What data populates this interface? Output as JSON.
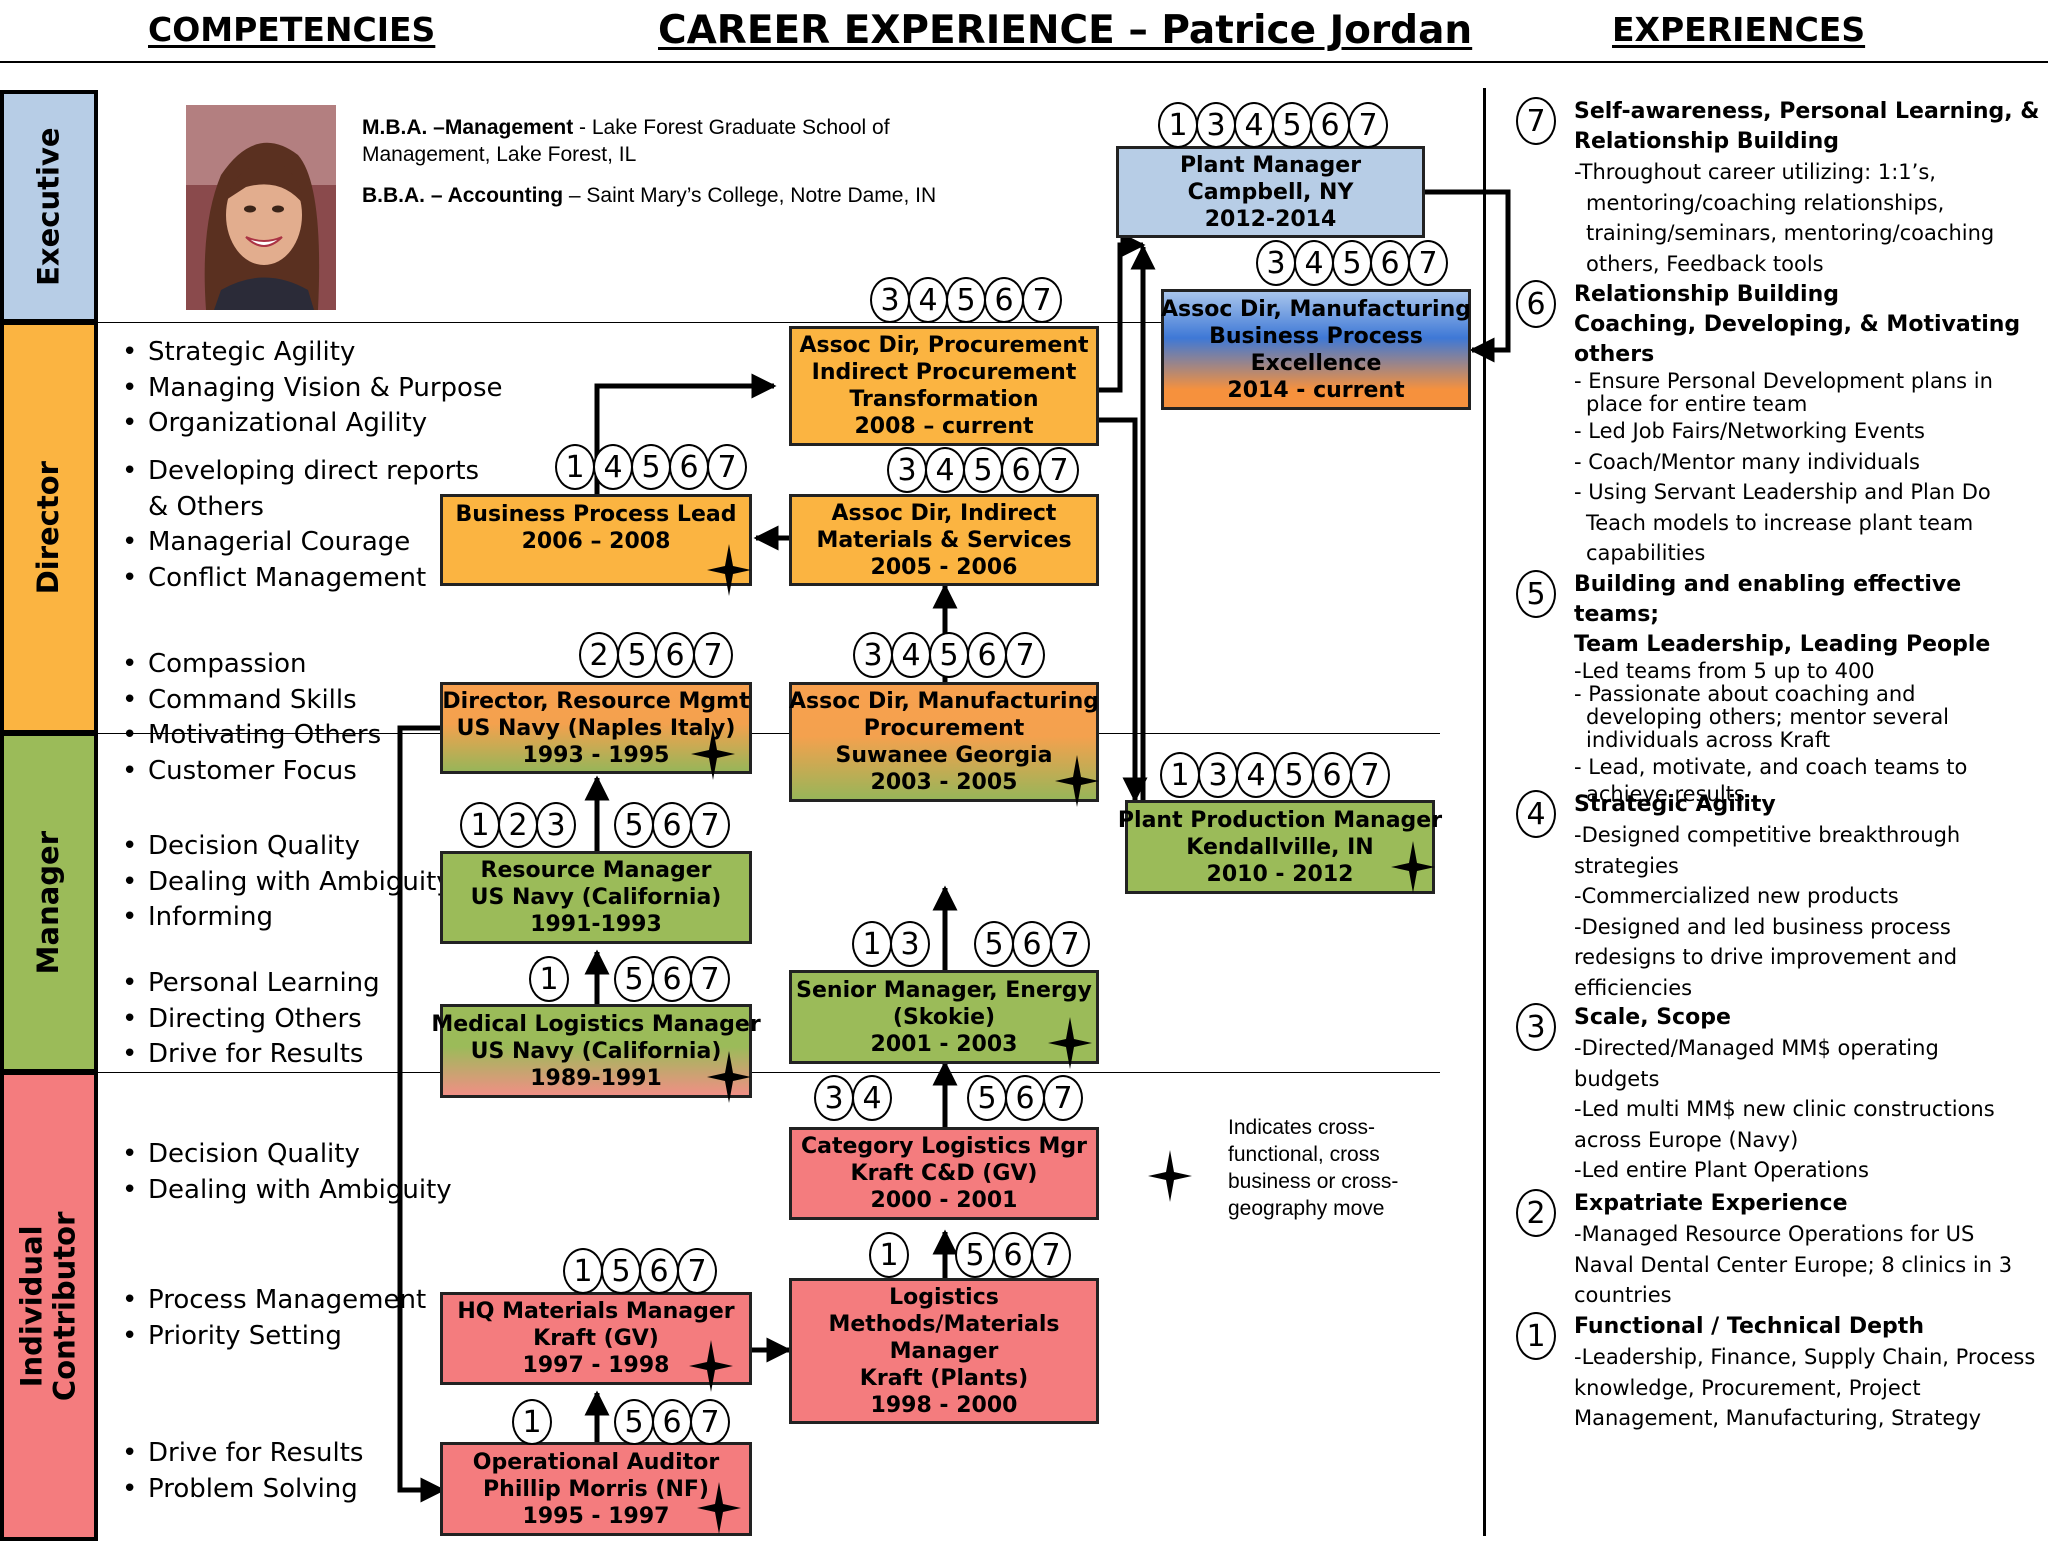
{
  "headers": {
    "competencies": "COMPETENCIES",
    "title": "CAREER EXPERIENCE – Patrice Jordan",
    "experiences": "EXPERIENCES"
  },
  "bands": {
    "executive": "Executive",
    "director": "Director",
    "manager": "Manager",
    "ic_line1": "Individual",
    "ic_line2": "Contributor"
  },
  "education": {
    "mba_bold": "M.B.A. –Management",
    "mba_rest": " - Lake Forest Graduate School of Management, Lake Forest, IL",
    "bba_bold": "B.B.A. – Accounting",
    "bba_rest": " – Saint Mary’s College, Notre Dame, IN"
  },
  "competencies": {
    "g1": [
      "Strategic Agility",
      "Managing Vision & Purpose",
      "Organizational Agility"
    ],
    "g2": [
      "Developing direct reports & Others",
      "Managerial Courage",
      "Conflict Management"
    ],
    "g3": [
      "Compassion",
      "Command Skills",
      "Motivating Others",
      "Customer Focus"
    ],
    "g4": [
      "Decision Quality",
      "Dealing with Ambiguity",
      "Informing"
    ],
    "g5": [
      "Personal Learning",
      "Directing Others",
      "Drive for Results"
    ],
    "g6": [
      "Decision Quality",
      "Dealing with Ambiguity"
    ],
    "g7": [
      "Process Management",
      "Priority Setting"
    ],
    "g8": [
      "Drive for Results",
      "Problem Solving"
    ]
  },
  "roles": {
    "plant_manager": [
      "Plant Manager",
      "Campbell, NY",
      "2012-2014"
    ],
    "assoc_dir_mfg_bpe": [
      "Assoc Dir, Manufacturing",
      "Business Process",
      "Excellence",
      "2014 - current"
    ],
    "assoc_dir_procurement": [
      "Assoc Dir, Procurement",
      "Indirect Procurement",
      "Transformation",
      "2008 – current"
    ],
    "bp_lead": [
      "Business Process Lead",
      "2006 – 2008"
    ],
    "assoc_dir_indirect": [
      "Assoc Dir, Indirect",
      "Materials & Services",
      "2005 - 2006"
    ],
    "director_rm": [
      "Director, Resource Mgmt",
      "US Navy (Naples Italy)",
      "1993 - 1995"
    ],
    "assoc_dir_mfg_proc": [
      "Assoc Dir, Manufacturing",
      "Procurement",
      "Suwanee Georgia",
      "2003 - 2005"
    ],
    "plant_prod_mgr": [
      "Plant Production Manager",
      "Kendallville, IN",
      "2010 - 2012"
    ],
    "resource_mgr": [
      "Resource Manager",
      "US Navy (California)",
      "1991-1993"
    ],
    "senior_mgr_energy": [
      "Senior Manager, Energy",
      "(Skokie)",
      "2001 - 2003"
    ],
    "med_logistics": [
      "Medical Logistics Manager",
      "US Navy (California)",
      "1989-1991"
    ],
    "category_logistics": [
      "Category Logistics Mgr",
      "Kraft  C&D (GV)",
      "2000 - 2001"
    ],
    "hq_materials": [
      "HQ Materials Manager",
      "Kraft (GV)",
      "1997 - 1998"
    ],
    "logistics_methods": [
      "Logistics",
      "Methods/Materials",
      "Manager",
      "Kraft (Plants)",
      "1998 - 2000"
    ],
    "operational_auditor": [
      "Operational Auditor",
      "Phillip Morris (NF)",
      "1995 - 1997"
    ]
  },
  "circles": {
    "plant_manager": [
      "1",
      "3",
      "4",
      "5",
      "6",
      "7"
    ],
    "assoc_dir_mfg_bpe": [
      "3",
      "4",
      "5",
      "6",
      "7"
    ],
    "assoc_dir_procurement": [
      "3",
      "4",
      "5",
      "6",
      "7"
    ],
    "bp_lead": [
      "1",
      "4",
      "5",
      "6",
      "7"
    ],
    "assoc_dir_indirect": [
      "3",
      "4",
      "5",
      "6",
      "7"
    ],
    "director_rm": [
      "2",
      "5",
      "6",
      "7"
    ],
    "assoc_dir_mfg_proc": [
      "3",
      "4",
      "5",
      "6",
      "7"
    ],
    "plant_prod_mgr": [
      "1",
      "3",
      "4",
      "5",
      "6",
      "7"
    ],
    "resource_mgr_a": [
      "1",
      "2",
      "3"
    ],
    "resource_mgr_b": [
      "5",
      "6",
      "7"
    ],
    "senior_mgr_a": [
      "1",
      "3"
    ],
    "senior_mgr_b": [
      "5",
      "6",
      "7"
    ],
    "med_logistics_a": [
      "1"
    ],
    "med_logistics_b": [
      "5",
      "6",
      "7"
    ],
    "category_a": [
      "3",
      "4"
    ],
    "category_b": [
      "5",
      "6",
      "7"
    ],
    "hq_materials": [
      "1",
      "5",
      "6",
      "7"
    ],
    "logistics_a": [
      "1"
    ],
    "logistics_b": [
      "5",
      "6",
      "7"
    ],
    "auditor_a": [
      "1"
    ],
    "auditor_b": [
      "5",
      "6",
      "7"
    ]
  },
  "legend": {
    "text": [
      "Indicates cross-",
      "functional, cross",
      "business or cross-",
      "geography move"
    ]
  },
  "experiences": {
    "e7": {
      "num": "7",
      "title": [
        "Self-awareness, Personal Learning, &",
        "Relationship Building"
      ],
      "lines": [
        "-Throughout career utilizing: 1:1’s,",
        "mentoring/coaching relationships,",
        "training/seminars, mentoring/coaching",
        "others, Feedback tools"
      ]
    },
    "e6": {
      "num": "6",
      "title": [
        "Relationship Building",
        "Coaching, Developing, & Motivating",
        "others"
      ],
      "lines": [
        "- Ensure Personal Development plans in",
        "place for entire team",
        "- Led Job Fairs/Networking Events",
        "- Coach/Mentor many individuals",
        "- Using Servant Leadership and Plan Do",
        "Teach models to increase plant team",
        "capabilities"
      ]
    },
    "e5": {
      "num": "5",
      "title": [
        "Building and enabling effective teams;",
        "Team Leadership, Leading People"
      ],
      "lines": [
        "-Led teams from 5 up to 400",
        "- Passionate about coaching and",
        "developing others; mentor several",
        "individuals across Kraft",
        "- Lead, motivate, and coach teams to",
        "achieve results"
      ]
    },
    "e4": {
      "num": "4",
      "title": [
        "Strategic Agility"
      ],
      "lines": [
        "-Designed competitive breakthrough",
        "strategies",
        "-Commercialized new products",
        "-Designed and led business process",
        "redesigns to drive improvement and",
        "efficiencies"
      ]
    },
    "e3": {
      "num": "3",
      "title": [
        "Scale, Scope"
      ],
      "lines": [
        "-Directed/Managed MM$ operating",
        "budgets",
        "-Led multi MM$ new clinic constructions",
        "across Europe (Navy)",
        "-Led entire Plant Operations"
      ]
    },
    "e2": {
      "num": "2",
      "title": [
        "Expatriate Experience"
      ],
      "lines": [
        "-Managed Resource Operations for US",
        "Naval Dental Center Europe; 8 clinics in 3",
        "countries"
      ]
    },
    "e1": {
      "num": "1",
      "title": [
        "Functional / Technical Depth"
      ],
      "lines": [
        "-Leadership, Finance, Supply Chain, Process",
        "knowledge, Procurement, Project",
        "Management, Manufacturing, Strategy"
      ]
    }
  }
}
